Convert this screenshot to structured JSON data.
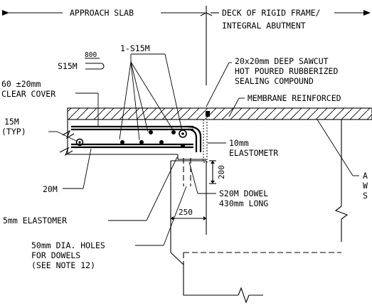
{
  "labels": {
    "approach_slab": "APPROACH SLAB",
    "deck_line1": "DECK OF RIGID FRAME/",
    "deck_line2": "INTEGRAL ABUTMENT",
    "s15m": "S15M",
    "s15m_len": "800",
    "one_s15m": "1-S15M",
    "sawcut_1": "20x20mm DEEP SAWCUT",
    "sawcut_2": "HOT POURED RUBBERIZED",
    "sawcut_3": "SEALING COMPOUND",
    "membrane": "MEMBRANE REINFORCED",
    "clear_cover_1": "60 ±20mm",
    "clear_cover_2": "CLEAR COVER",
    "bar_15m_1": "15M",
    "bar_15m_2": "(TYP)",
    "elast10_1": "10mm",
    "elast10_2": "ELASTOMETR",
    "cut_a": "A",
    "cut_w": "W",
    "cut_s": "S",
    "dim_200": "200",
    "bar_20m": "20M",
    "dowel_1": "S20M DOWEL",
    "dowel_2": "430mm LONG",
    "elast5": "5mm ELASTOMER",
    "dim_250": "250",
    "holes_1": "50mm DIA. HOLES",
    "holes_2": "FOR DOWELS",
    "holes_3": "(SEE NOTE 12)"
  }
}
